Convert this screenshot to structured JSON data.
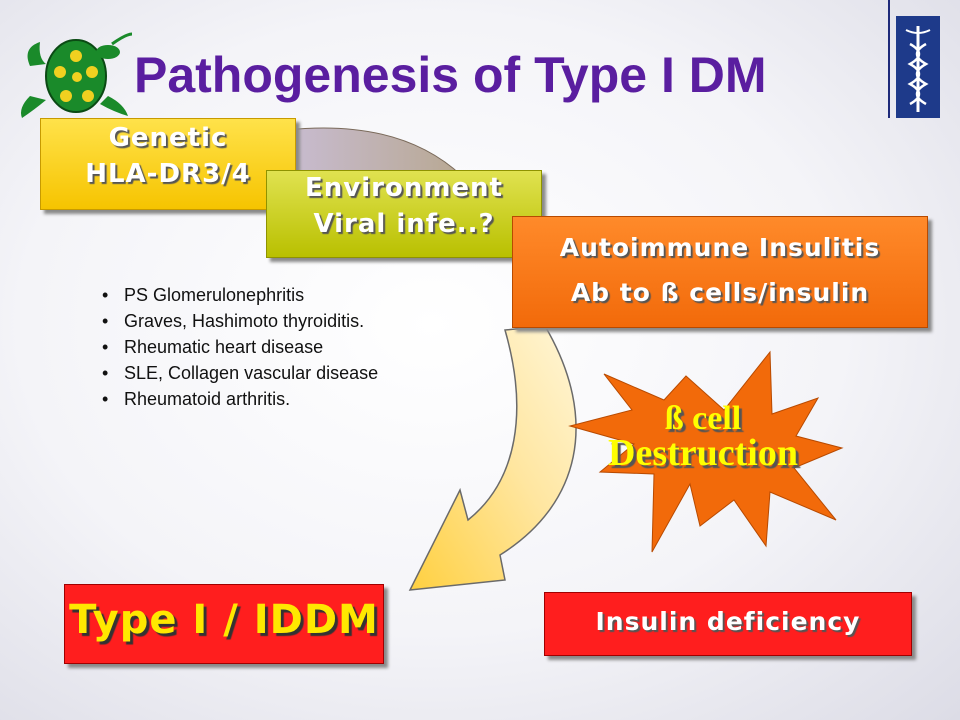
{
  "slide": {
    "title": "Pathogenesis of Type I DM",
    "genetic": {
      "line1": "Genetic",
      "line2": "HLA-DR3/4"
    },
    "environment": {
      "line1": "Environment",
      "line2": "Viral infe..?"
    },
    "autoimmune": {
      "line1": "Autoimmune Insulitis",
      "line2": "Ab to ß cells/insulin"
    },
    "associated_diseases": [
      "PS Glomerulonephritis",
      "Graves, Hashimoto thyroiditis.",
      "Rheumatic heart disease",
      "SLE, Collagen vascular disease",
      "Rheumatoid arthritis."
    ],
    "destruction": {
      "line1": "ß cell",
      "line2": "Destruction"
    },
    "outcome": "Type I / IDDM",
    "deficiency": "Insulin deficiency"
  },
  "icons": [
    "turtle-logo-icon",
    "caduceus-icon",
    "curved-arrow-icon",
    "starburst-icon"
  ],
  "colors": {
    "title": "#5a1ea0",
    "genetic_box": "#f6c400",
    "environment_box": "#b9c000",
    "autoimmune_box": "#f26a0a",
    "starburst": "#f26a0a",
    "outcome_box": "#ff1e1e",
    "outcome_text": "#ffe800",
    "destruction_text": "#ffff00"
  }
}
